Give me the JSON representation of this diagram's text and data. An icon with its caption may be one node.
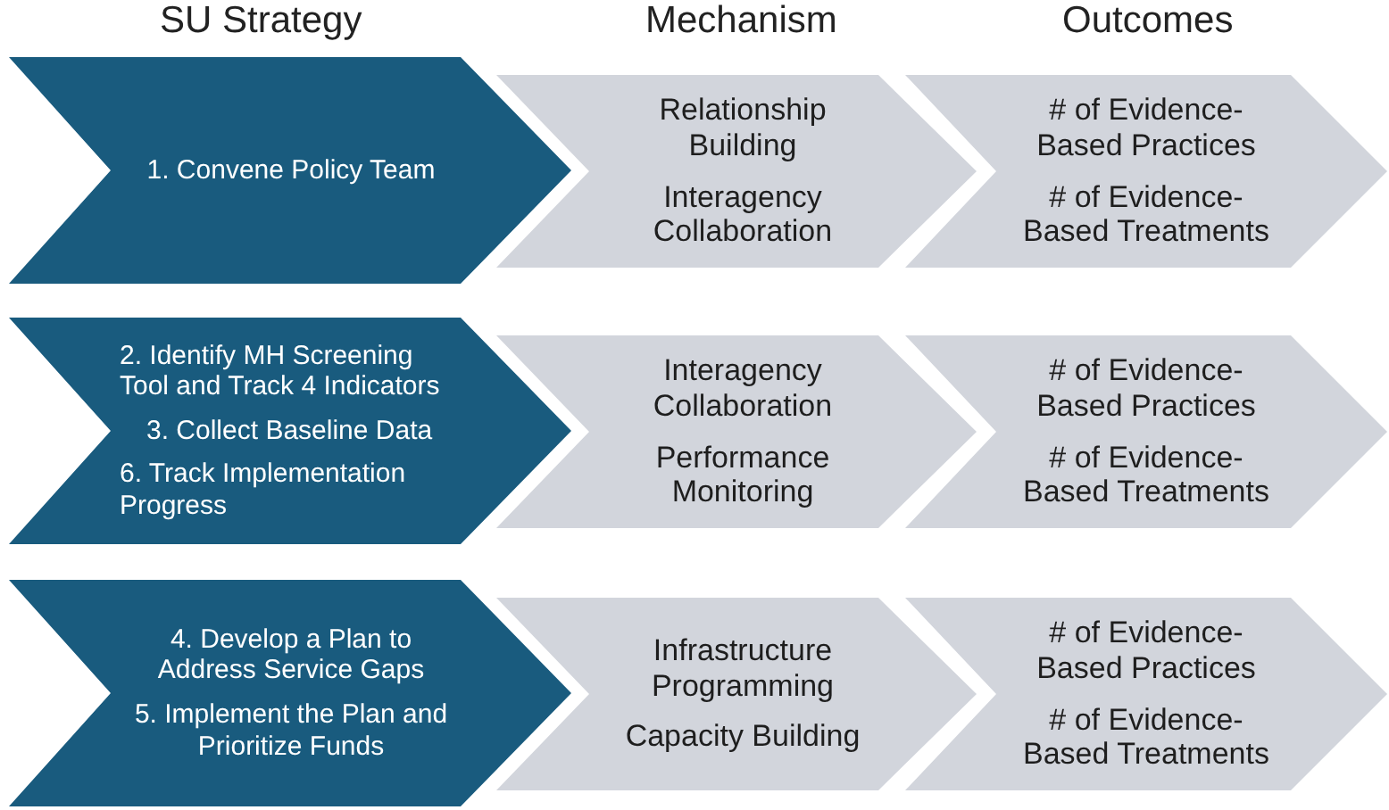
{
  "diagram": {
    "nodes": [
      {
        "text": [
          "1. Convene Policy Team"
        ]
      },
      {
        "text": [
          "Relationship Building",
          "Interagency Collaboration"
        ]
      },
      {
        "text": [
          "# of Evidence-Based Practices",
          "# of Evidence-Based Treatments"
        ]
      },
      {
        "text": [
          "2. Identify MH Screening Tool and Track 4 Indicators",
          "3. Collect Baseline Data",
          "6. Track Implementation Progress"
        ]
      },
      {
        "text": [
          "Interagency Collaboration",
          "Performance Monitoring"
        ]
      },
      {
        "text": [
          "# of Evidence-Based Practices",
          "# of Evidence-Based Treatments"
        ]
      },
      {
        "text": [
          "4. Develop a Plan to Address Service Gaps",
          "5. Implement the Plan and Prioritize Funds"
        ]
      },
      {
        "text": [
          "Infrastructure Programming",
          "Capacity Building"
        ]
      },
      {
        "text": [
          "# of Evidence-Based Practices",
          "# of Evidence-Based Treatments"
        ]
      }
    ],
    "labels": [
      "SU Strategy",
      "Mechanism",
      "Outcomes"
    ]
  }
}
